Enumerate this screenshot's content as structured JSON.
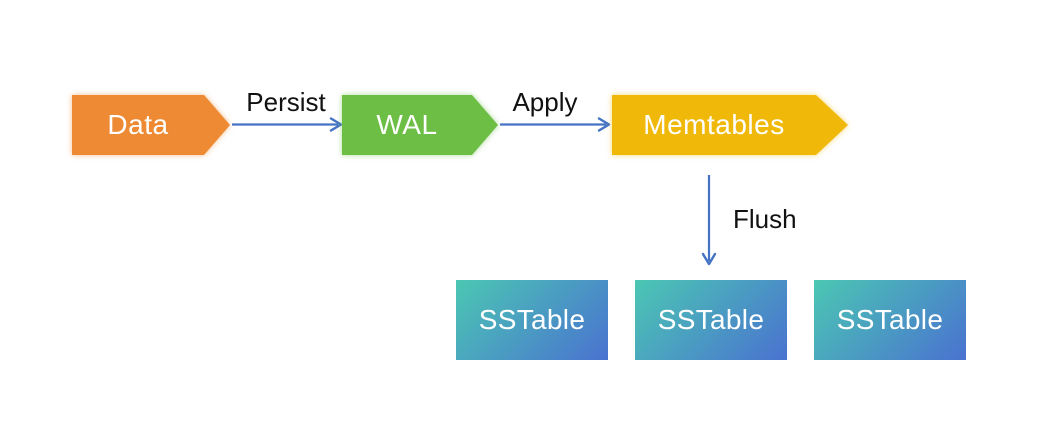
{
  "diagram": {
    "nodes": {
      "data": {
        "label": "Data",
        "color": "#ed8a33"
      },
      "wal": {
        "label": "WAL",
        "color": "#6cbe45"
      },
      "memtables": {
        "label": "Memtables",
        "color": "#f0b90a"
      }
    },
    "sstables": [
      {
        "label": "SSTable"
      },
      {
        "label": "SSTable"
      },
      {
        "label": "SSTable"
      }
    ],
    "edges": {
      "persist": {
        "label": "Persist"
      },
      "apply": {
        "label": "Apply"
      },
      "flush": {
        "label": "Flush"
      }
    },
    "colors": {
      "arrow_blue": "#4472c4",
      "sstable_gradient_start": "#4bc7b3",
      "sstable_gradient_end": "#4a72d0",
      "node_text": "#ffffff",
      "edge_label_text": "#111111",
      "background": "#ffffff"
    }
  }
}
